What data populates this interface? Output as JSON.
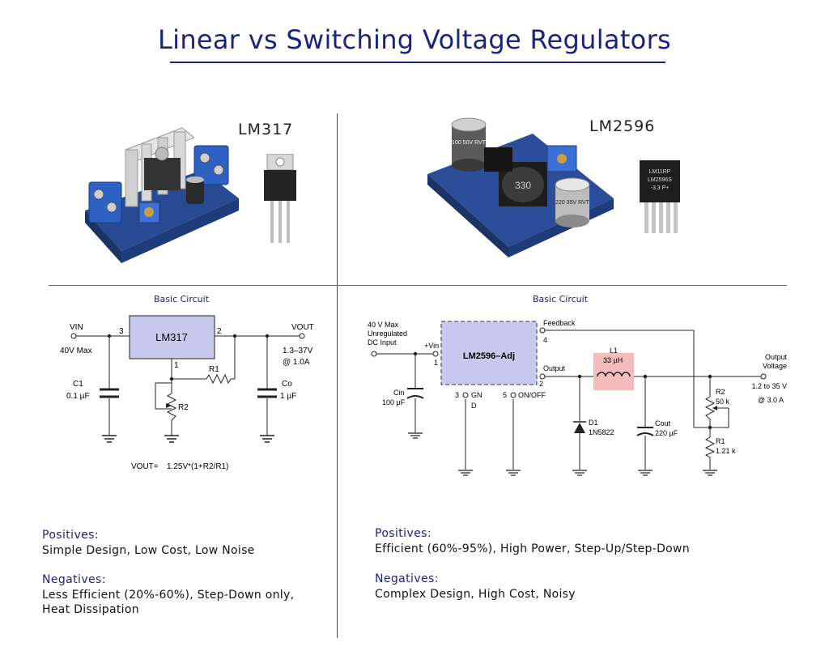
{
  "page_title": "Linear vs Switching Voltage Regulators",
  "linear": {
    "chip_label": "LM317",
    "basic_circuit_label": "Basic Circuit",
    "circuit": {
      "ic_label": "LM317",
      "vin_label": "VIN",
      "vin_spec": "40V Max",
      "pin3": "3",
      "pin2": "2",
      "pin1": "1",
      "vout_label": "VOUT",
      "vout_range": "1.3–37V",
      "vout_current": "@ 1.0A",
      "c1_label": "C1",
      "c1_value": "0.1 µF",
      "r1_label": "R1",
      "r2_label": "R2",
      "co_label": "Co",
      "co_value": "1 µF",
      "formula_lhs": "VOUT=",
      "formula_rhs": "1.25V*(1+R2/R1)"
    },
    "positives_title": "Positives:",
    "positives_text": "Simple Design, Low Cost, Low Noise",
    "negatives_title": "Negatives:",
    "negatives_line1": "Less Efficient (20%-60%), Step-Down only,",
    "negatives_line2": "Heat Dissipation"
  },
  "switching": {
    "chip_label": "LM2596",
    "basic_circuit_label": "Basic Circuit",
    "module_inductor_marking": "330",
    "module_cap_left": "100 50V RVT",
    "module_cap_right": "220 35V RVT",
    "ic_marking_line1": "LM11RP",
    "ic_marking_line2": "LM2596S",
    "ic_marking_line3": "-3.3 P+",
    "circuit": {
      "input_spec_1": "40 V Max",
      "input_spec_2": "Unregulated",
      "input_spec_3": "DC Input",
      "vin_label": "+Vin",
      "pin1": "1",
      "ic_label": "LM2596–Adj",
      "feedback_label": "Feedback",
      "pin4": "4",
      "output_pin_label": "Output",
      "pin2": "2",
      "pin3": "3",
      "gnd_label_1": "GN",
      "gnd_label_2": "D",
      "pin5": "5",
      "onoff_label": "ON/OFF",
      "cin_label": "Cin",
      "cin_value": "100 µF",
      "l1_label": "L1",
      "l1_value": "33 µH",
      "d1_label": "D1",
      "d1_value": "1N5822",
      "cout_label": "Cout",
      "cout_value": "220 µF",
      "r2_label": "R2",
      "r2_value": "50 k",
      "r1_label": "R1",
      "r1_value": "1.21 k",
      "out_label_1": "Output",
      "out_label_2": "Voltage",
      "out_range": "1.2 to 35 V",
      "out_current": "@ 3.0 A"
    },
    "positives_title": "Positives:",
    "positives_text": "Efficient (60%-95%), High Power, Step-Up/Step-Down",
    "negatives_title": "Negatives:",
    "negatives_text": "Complex Design, High Cost, Noisy"
  },
  "colors": {
    "title": "#1a237e",
    "ic_fill": "#c9c9ef",
    "pcb_blue": "#2c4e9a",
    "terminal_blue": "#2d62c4",
    "inductor_highlight": "#f4bcbc"
  }
}
